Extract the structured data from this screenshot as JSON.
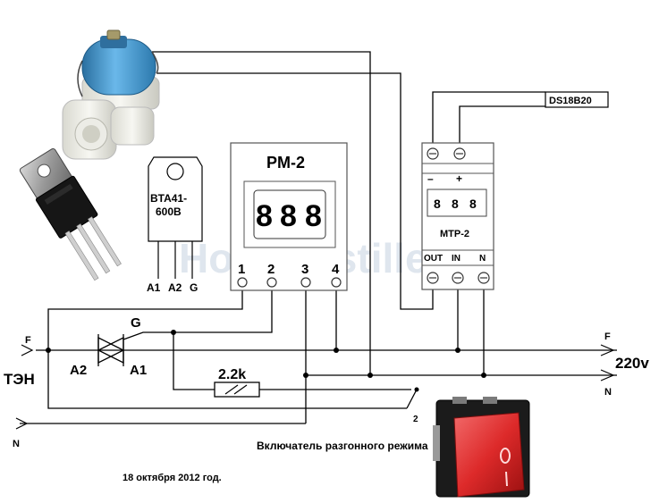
{
  "watermark": "HomeDistiller",
  "components": {
    "triac_part": [
      "BTA41-",
      "600B"
    ],
    "triac_pins": [
      "A1",
      "A2",
      "G"
    ],
    "controller": {
      "title": "PM-2",
      "display": [
        "8",
        "8",
        "8"
      ],
      "pins": [
        "1",
        "2",
        "3",
        "4"
      ]
    },
    "thermostat": {
      "title": "MTP-2",
      "display": [
        "8",
        "8",
        "8"
      ],
      "top_marks": [
        "–",
        "+"
      ],
      "bottom_labels": [
        "OUT",
        "IN",
        "N"
      ]
    },
    "sensor": "DS18B20",
    "resistor": "2.2k",
    "heater": "ТЭН",
    "schematic_triac": {
      "gate": "G",
      "a2": "A2",
      "a1": "A1"
    },
    "switch_contact": "2",
    "switch_caption": "Включатель разгонного  режима"
  },
  "mains": {
    "phase_left": "F",
    "neutral_left": "N",
    "phase_right": "F",
    "neutral_right": "N",
    "voltage": "220v"
  },
  "date": "18 октября 2012 год."
}
